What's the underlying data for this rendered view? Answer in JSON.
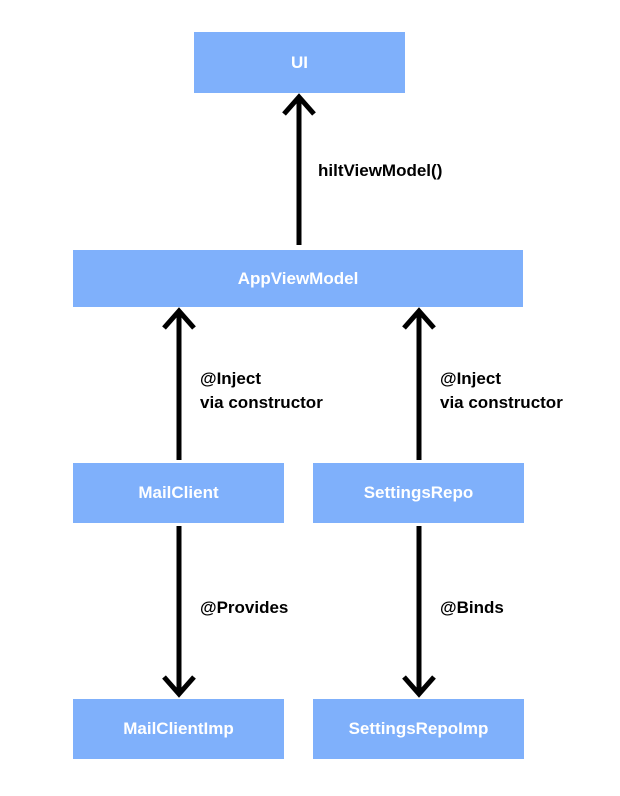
{
  "nodes": {
    "ui": "UI",
    "app_view_model": "AppViewModel",
    "mail_client": "MailClient",
    "settings_repo": "SettingsRepo",
    "mail_client_imp": "MailClientImp",
    "settings_repo_imp": "SettingsRepoImp"
  },
  "edges": {
    "hilt_view_model": "hiltViewModel()",
    "mail_inject_line1": "@Inject",
    "mail_inject_line2": "via constructor",
    "settings_inject_line1": "@Inject",
    "settings_inject_line2": "via constructor",
    "provides": "@Provides",
    "binds": "@Binds"
  },
  "colors": {
    "node_fill": "#7fb0fb",
    "node_text": "#ffffff",
    "arrow": "#000000"
  }
}
